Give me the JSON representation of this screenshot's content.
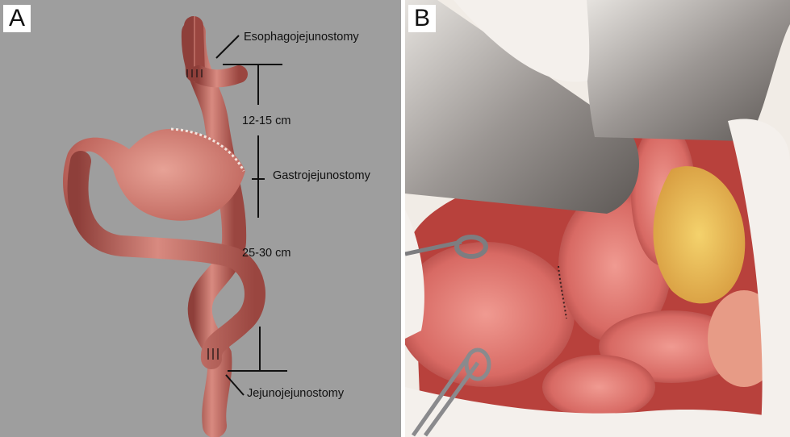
{
  "panel_a": {
    "letter": "A",
    "labels": {
      "esophagojejunostomy": "Esophagojejunostomy",
      "distance_upper": "12-15 cm",
      "gastrojejunostomy": "Gastrojejunostomy",
      "distance_lower": "25-30 cm",
      "jejunojejunostomy": "Jejunojejunostomy"
    },
    "colors": {
      "background": "#9e9e9e",
      "tissue": "#c8726a",
      "line": "#111111"
    }
  },
  "panel_b": {
    "letter": "B",
    "colors": {
      "drape": "#f3eee9",
      "retractor": "#b9b6b3",
      "tissue": "#d9736c",
      "fat": "#e8b64a"
    }
  }
}
